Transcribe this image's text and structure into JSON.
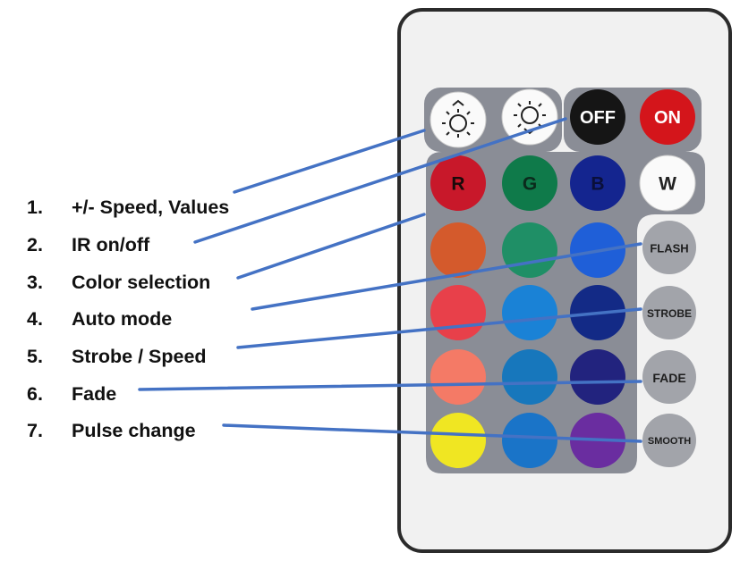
{
  "legend": [
    {
      "number": "1.",
      "label": "+/- Speed, Values"
    },
    {
      "number": "2.",
      "label": "IR on/off"
    },
    {
      "number": "3.",
      "label": "Color selection"
    },
    {
      "number": "4.",
      "label": "Auto mode"
    },
    {
      "number": "5.",
      "label": "Strobe / Speed"
    },
    {
      "number": "6.",
      "label": "Fade"
    },
    {
      "number": "7.",
      "label": "Pulse change"
    }
  ],
  "buttons": {
    "brightness_up_icon": "brightness-up-icon",
    "brightness_down_icon": "brightness-down-icon",
    "off": "OFF",
    "on": "ON",
    "r": "R",
    "g": "G",
    "b": "B",
    "w": "W",
    "flash": "FLASH",
    "strobe": "STROBE",
    "fade": "FADE",
    "smooth": "SMOOTH"
  },
  "colors": {
    "remote_body": "#f1f1f1",
    "remote_frame": "#2b2b2b",
    "panel": "#8a8d96",
    "leader_line": "#4472c4",
    "off_button": "#151515",
    "on_button": "#d4151b",
    "r_button": "#c8182a",
    "g_button": "#0f7a4a",
    "b_button": "#14258f",
    "w_button": "#fafafa",
    "mode_button": "#a2a4aa",
    "grid": [
      [
        "#d45a2c",
        "#1f8f66",
        "#1f5fd8"
      ],
      [
        "#e8404a",
        "#1a82d6",
        "#132a86"
      ],
      [
        "#f47a66",
        "#1777bc",
        "#22237e"
      ],
      [
        "#f0e622",
        "#1a74c8",
        "#6a2da0"
      ]
    ]
  }
}
